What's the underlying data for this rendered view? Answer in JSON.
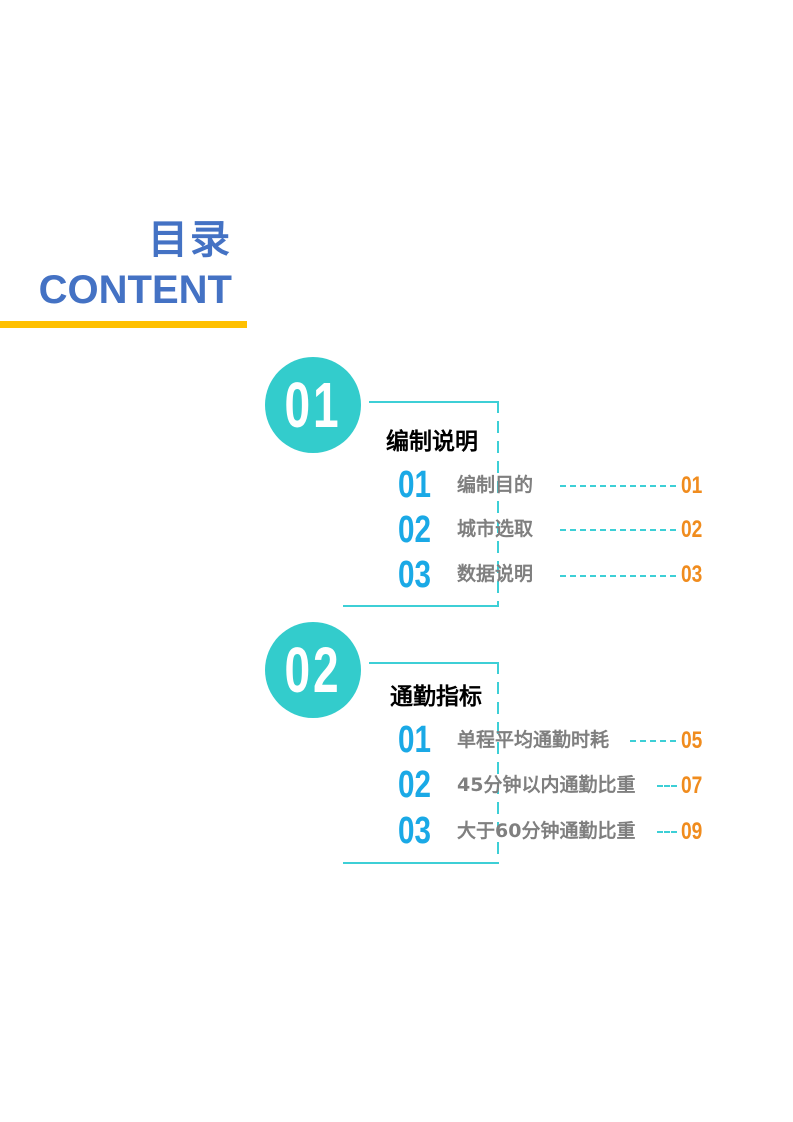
{
  "header": {
    "title_cn": "目录",
    "title_en": "CONTENT"
  },
  "colors": {
    "title_blue": "#4472C4",
    "accent_yellow": "#FFC000",
    "circle_teal": "#33CCCC",
    "number_blue": "#1AA9E6",
    "page_orange": "#F08C1E",
    "label_gray": "#7F7F7F"
  },
  "sections": [
    {
      "number": "01",
      "title": "编制说明",
      "items": [
        {
          "number": "01",
          "label": "编制目的",
          "page": "01"
        },
        {
          "number": "02",
          "label": "城市选取",
          "page": "02"
        },
        {
          "number": "03",
          "label": "数据说明",
          "page": "03"
        }
      ]
    },
    {
      "number": "02",
      "title": "通勤指标",
      "items": [
        {
          "number": "01",
          "label": "单程平均通勤时耗",
          "page": "05"
        },
        {
          "number": "02",
          "label": "45分钟以内通勤比重",
          "page": "07"
        },
        {
          "number": "03",
          "label": "大于60分钟通勤比重",
          "page": "09"
        }
      ]
    }
  ]
}
